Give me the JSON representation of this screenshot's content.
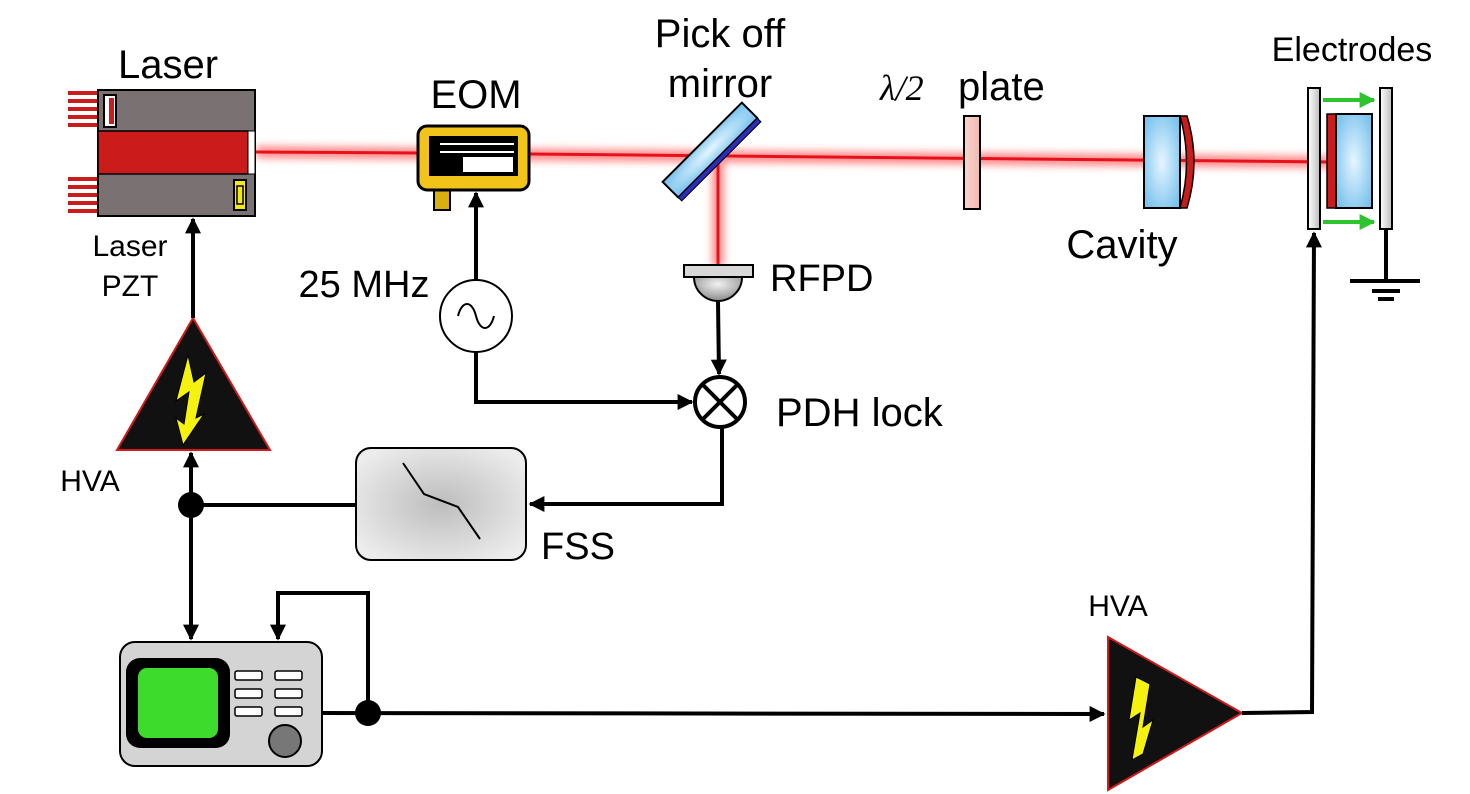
{
  "labels": {
    "laser": "Laser",
    "eom": "EOM",
    "pickoff_line1": "Pick off",
    "pickoff_line2": "mirror",
    "halfwave_symbol": "λ/2",
    "halfwave_text": "plate",
    "electrodes": "Electrodes",
    "cavity": "Cavity",
    "laser_pzt_line1": "Laser",
    "laser_pzt_line2": "PZT",
    "frequency": "25 MHz",
    "rfpd": "RFPD",
    "pdh_lock": "PDH lock",
    "hva_left": "HVA",
    "fss": "FSS",
    "hva_right": "HVA"
  },
  "colors": {
    "beam": "#e8101a",
    "laser_body": "#7a7272",
    "laser_stripe": "#cc1b1b",
    "eom_yellow": "#f2c318",
    "screen_green": "#3ddc2c",
    "bolt_yellow": "#f4f20e",
    "field_arrow": "#2ec42e",
    "mirror_blue": "#a9dcf5",
    "amp_outline": "#d11a1a"
  },
  "icons": {
    "signal_generator": "sine-wave-icon",
    "mixer": "mixer-icon",
    "amplifier": "high-voltage-amplifier-icon",
    "oscilloscope": "oscilloscope-icon",
    "ground": "ground-icon"
  }
}
